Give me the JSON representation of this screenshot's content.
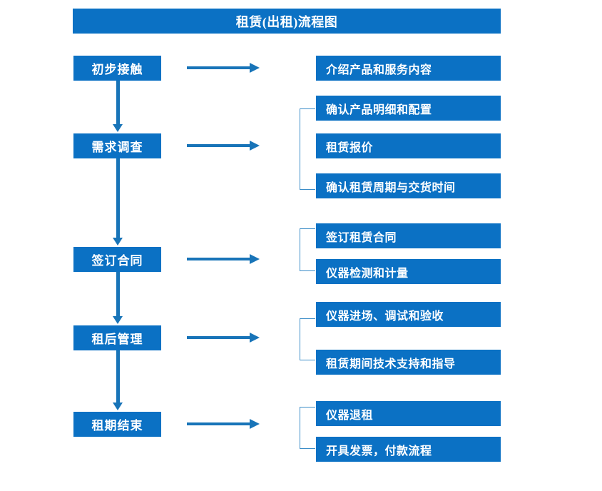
{
  "title": "租赁(出租)流程图",
  "colors": {
    "box_blue": "#0B71C4",
    "arrow_blue": "#1874B8",
    "bracket_blue": "#3C8DC8",
    "text_white": "#FFFFFF",
    "background": "#FFFFFF"
  },
  "stages": [
    {
      "label": "初步接触"
    },
    {
      "label": "需求调查"
    },
    {
      "label": "签订合同"
    },
    {
      "label": "租后管理"
    },
    {
      "label": "租期结束"
    }
  ],
  "details": [
    {
      "label": "介绍产品和服务内容"
    },
    {
      "label": "确认产品明细和配置"
    },
    {
      "label": "租赁报价"
    },
    {
      "label": "确认租赁周期与交货时间"
    },
    {
      "label": "签订租赁合同"
    },
    {
      "label": "仪器检测和计量"
    },
    {
      "label": "仪器进场、调试和验收"
    },
    {
      "label": "租赁期间技术支持和指导"
    },
    {
      "label": "仪器退租"
    },
    {
      "label": "开具发票，付款流程"
    }
  ],
  "groups": [
    {
      "stage": "初步接触",
      "items": [
        "介绍产品和服务内容"
      ]
    },
    {
      "stage": "需求调查",
      "items": [
        "确认产品明细和配置",
        "租赁报价",
        "确认租赁周期与交货时间"
      ]
    },
    {
      "stage": "签订合同",
      "items": [
        "签订租赁合同",
        "仪器检测和计量"
      ]
    },
    {
      "stage": "租后管理",
      "items": [
        "仪器进场、调试和验收",
        "租赁期间技术支持和指导"
      ]
    },
    {
      "stage": "租期结束",
      "items": [
        "仪器退租",
        "开具发票，付款流程"
      ]
    }
  ],
  "icons": {
    "flow_arrow_right": "right-arrow-icon",
    "flow_arrow_down": "down-arrow-icon",
    "group_bracket": "bracket-icon"
  }
}
